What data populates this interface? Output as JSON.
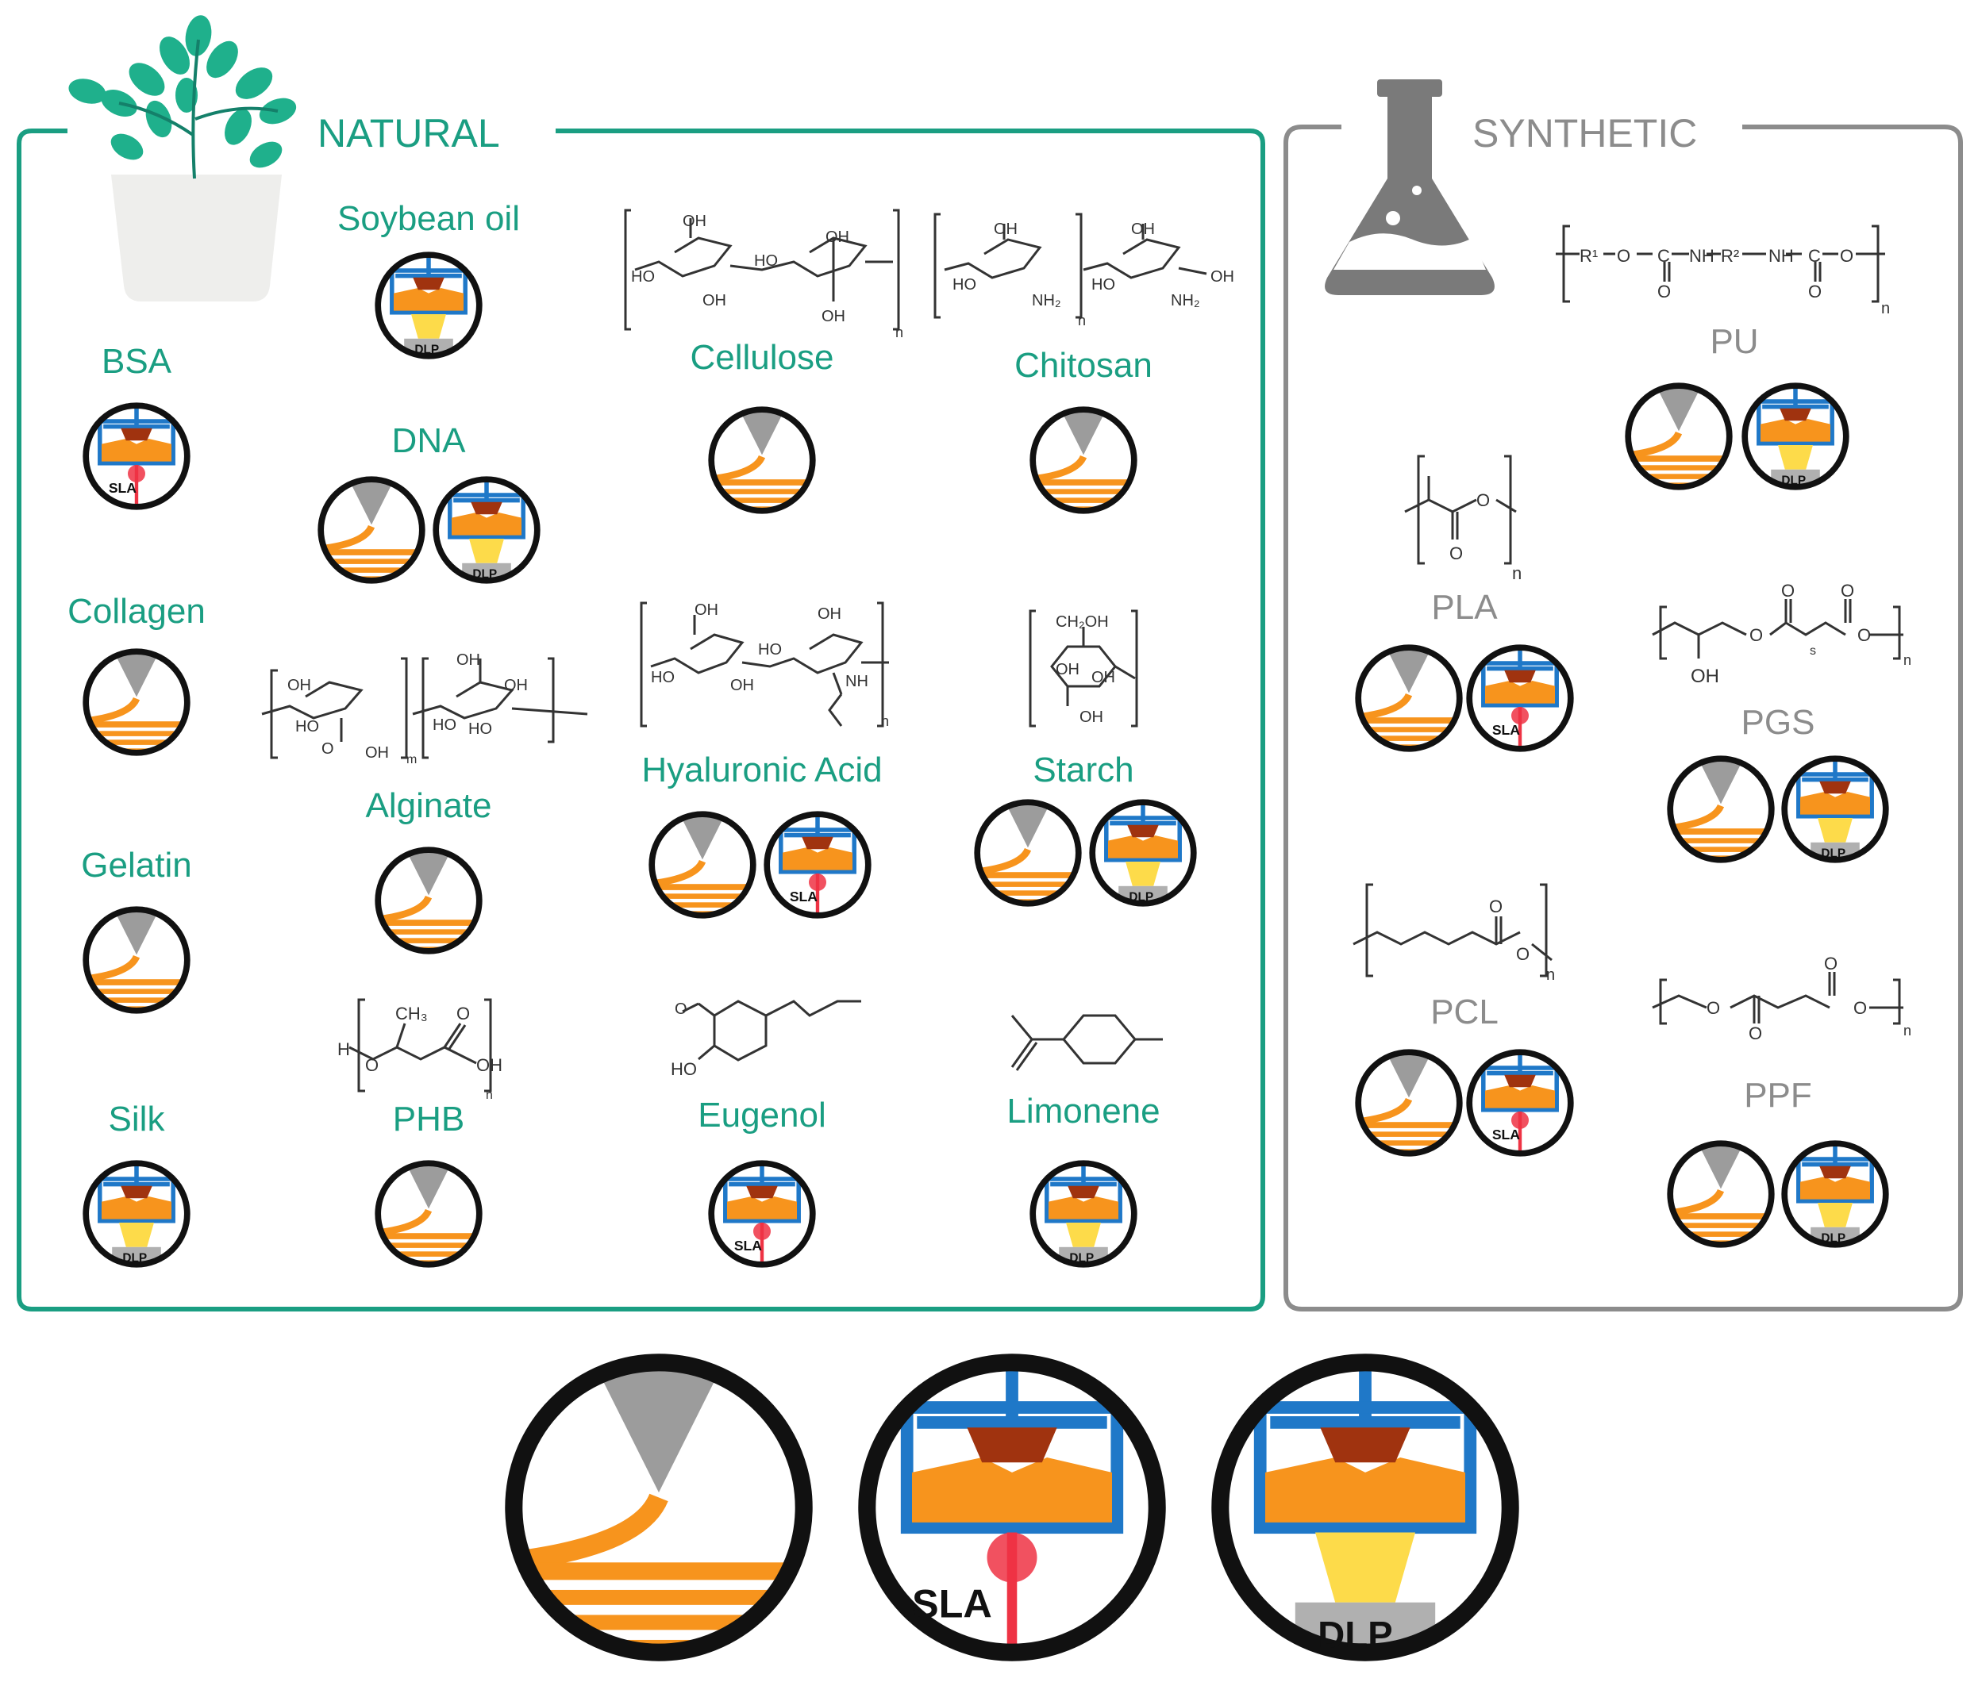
{
  "natural": {
    "title": "NATURAL",
    "color": "#1a9e82",
    "materials": [
      {
        "id": "soy",
        "label": "Soybean oil",
        "methods": [
          "DLP"
        ]
      },
      {
        "id": "bsa",
        "label": "BSA",
        "methods": [
          "SLA"
        ]
      },
      {
        "id": "dna",
        "label": "DNA",
        "methods": [
          "extrusion",
          "DLP"
        ]
      },
      {
        "id": "cel",
        "label": "Cellulose",
        "methods": [
          "extrusion"
        ]
      },
      {
        "id": "chi",
        "label": "Chitosan",
        "methods": [
          "extrusion"
        ]
      },
      {
        "id": "col",
        "label": "Collagen",
        "methods": [
          "extrusion"
        ]
      },
      {
        "id": "alg",
        "label": "Alginate",
        "methods": [
          "extrusion"
        ]
      },
      {
        "id": "hya",
        "label": "Hyaluronic Acid",
        "methods": [
          "extrusion",
          "SLA"
        ]
      },
      {
        "id": "sta",
        "label": "Starch",
        "methods": [
          "extrusion",
          "DLP"
        ]
      },
      {
        "id": "gel",
        "label": "Gelatin",
        "methods": [
          "extrusion"
        ]
      },
      {
        "id": "silk",
        "label": "Silk",
        "methods": [
          "DLP"
        ]
      },
      {
        "id": "phb",
        "label": "PHB",
        "methods": [
          "extrusion"
        ]
      },
      {
        "id": "eug",
        "label": "Eugenol",
        "methods": [
          "SLA"
        ]
      },
      {
        "id": "lim",
        "label": "Limonene",
        "methods": [
          "DLP"
        ]
      }
    ]
  },
  "synthetic": {
    "title": "SYNTHETIC",
    "color": "#8c8c8c",
    "materials": [
      {
        "id": "pu",
        "label": "PU",
        "methods": [
          "extrusion",
          "DLP"
        ]
      },
      {
        "id": "pla",
        "label": "PLA",
        "methods": [
          "extrusion",
          "SLA"
        ]
      },
      {
        "id": "pgs",
        "label": "PGS",
        "methods": [
          "extrusion",
          "DLP"
        ]
      },
      {
        "id": "pcl",
        "label": "PCL",
        "methods": [
          "extrusion",
          "SLA"
        ]
      },
      {
        "id": "ppf",
        "label": "PPF",
        "methods": [
          "extrusion",
          "DLP"
        ]
      }
    ]
  },
  "icon_text": {
    "sla": "SLA",
    "dlp": "DLP"
  },
  "chem_text": {
    "oh": "OH",
    "ho": "HO",
    "nh2": "NH₂",
    "n": "n",
    "m": "m",
    "o": "O",
    "ch2oh": "CH₂OH",
    "ch3": "CH₃",
    "nh": "NH",
    "h": "H",
    "s": "s",
    "r1": "R¹",
    "r2": "R²",
    "c": "C"
  },
  "legend": [
    {
      "method": "extrusion"
    },
    {
      "method": "SLA",
      "label": "SLA"
    },
    {
      "method": "DLP",
      "label": "DLP"
    }
  ],
  "colors": {
    "green": "#1a9e82",
    "grey": "#8c8c8c",
    "orange": "#f7941d",
    "dark_orange": "#a0330f",
    "blue": "#1f78c8",
    "yellow": "#fddb4a",
    "red": "#ee3344",
    "nozzle": "#9c9c9c"
  }
}
